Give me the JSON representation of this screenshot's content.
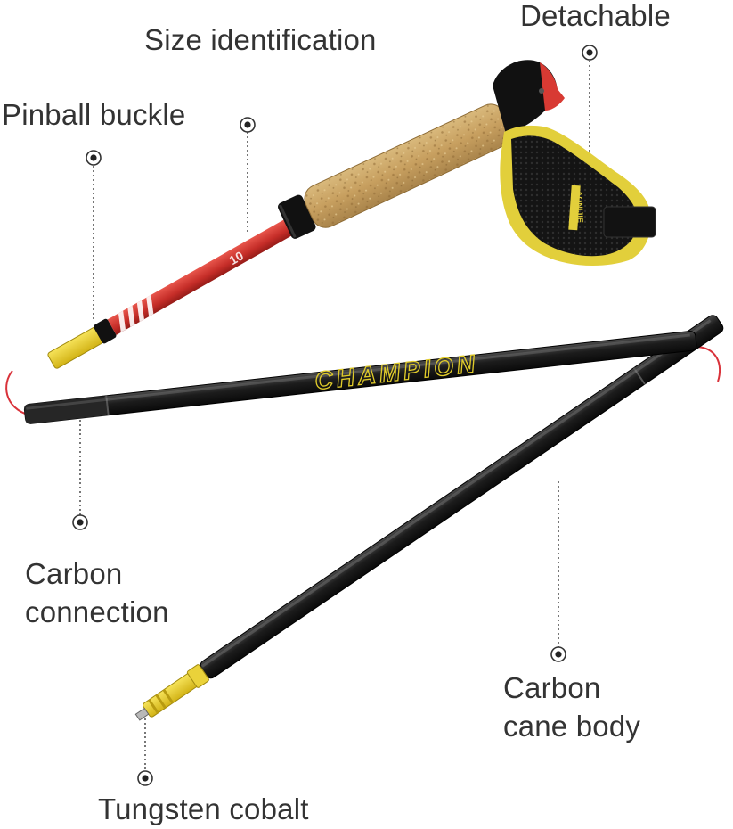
{
  "labels": {
    "detachable": "Detachable",
    "size_identification": "Size identification",
    "pinball_buckle": "Pinball buckle",
    "carbon_connection": [
      "Carbon",
      "connection"
    ],
    "carbon_cane_body": [
      "Carbon",
      "cane body"
    ],
    "tungsten_cobalt": "Tungsten cobalt"
  },
  "product": {
    "shaft_print": "CHAMPION",
    "strap_brand": "AONIJIE"
  },
  "colors": {
    "text": "#333333",
    "cork": "#c9a56a",
    "red_shaft": "#d23a33",
    "yellow": "#e8cf2a",
    "carbon": "#1a1a1a",
    "marker": "#222222"
  }
}
